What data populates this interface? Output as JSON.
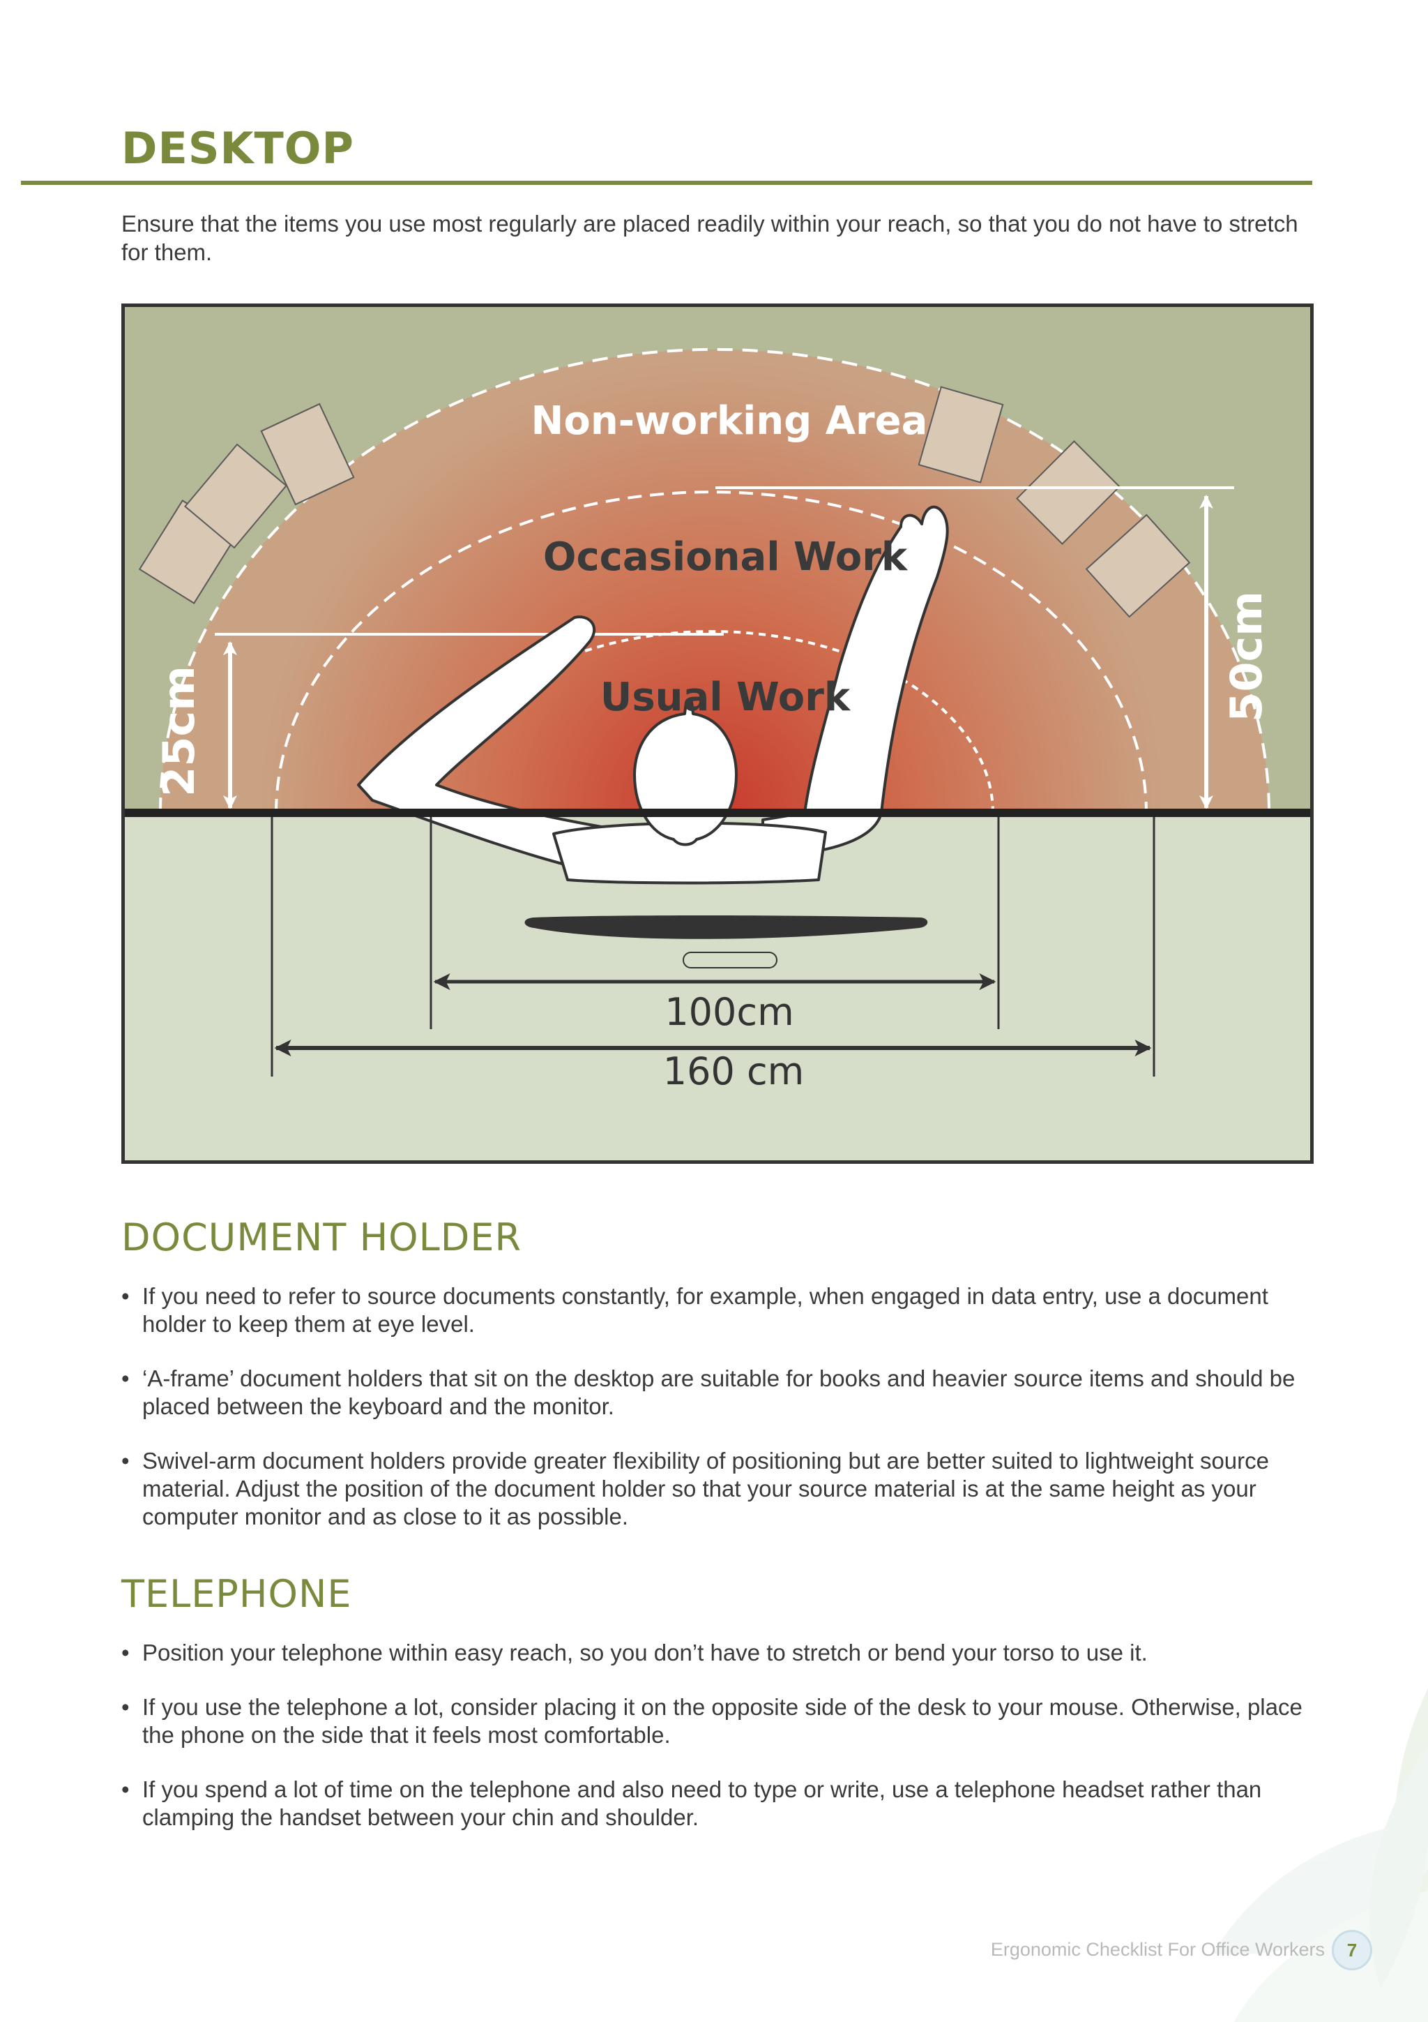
{
  "sections": {
    "desktop": {
      "title": "DESKTOP",
      "intro": "Ensure that the items you use most regularly are placed readily within your reach, so that you do not have to stretch for them."
    },
    "document_holder": {
      "title": "DOCUMENT HOLDER",
      "bullets": [
        "If you need to refer to source documents constantly, for example, when engaged in data entry, use a document holder to keep them at eye level.",
        "‘A-frame’ document holders that sit on the desktop are suitable for books and heavier source items and should be placed between the keyboard and the monitor.",
        "Swivel-arm document holders provide greater flexibility of positioning but are better suited to lightweight source material. Adjust the position of the document holder so that your source material is at the same height as your computer monitor and as close to it as possible."
      ]
    },
    "telephone": {
      "title": "TELEPHONE",
      "bullets": [
        "Position your telephone within easy reach, so you don’t have to stretch or bend your torso to use it.",
        "If you use the telephone a lot, consider placing it on the opposite side of the desk to your mouse. Otherwise, place the phone on the side that it feels most comfortable.",
        "If you spend a lot of time on the telephone and also need to type or write, use a telephone headset rather than clamping the handset between your chin and shoulder."
      ]
    }
  },
  "diagram": {
    "zones": {
      "non_working": "Non-working Area",
      "occasional": "Occasional Work",
      "usual": "Usual Work"
    },
    "dimensions": {
      "left_depth": "25cm",
      "right_depth": "50cm",
      "inner_width": "100cm",
      "outer_width": "160 cm"
    },
    "colors": {
      "outer_bg": "#b4b997",
      "desk_bg": "#d6dec9",
      "gradient_top": "#c9a283",
      "gradient_bottom": "#c8392c"
    }
  },
  "footer": {
    "text": "Ergonomic Checklist For Office Workers",
    "page": "7"
  }
}
